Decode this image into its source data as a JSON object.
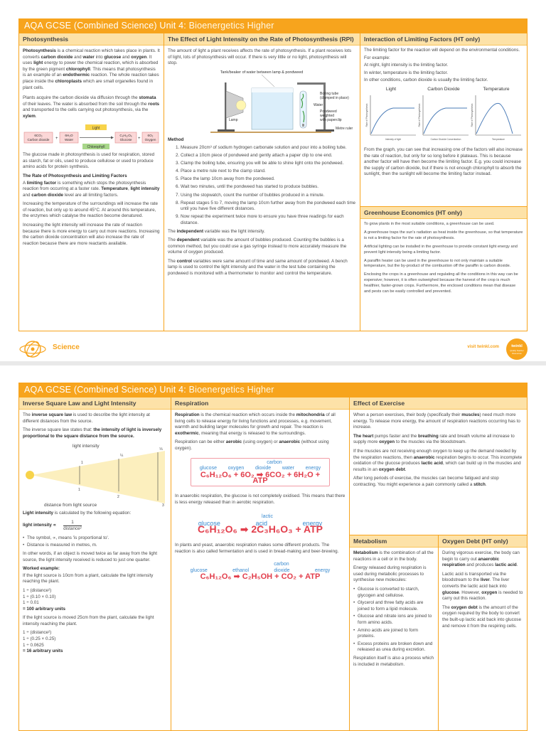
{
  "colors": {
    "accent": "#f7a41d",
    "header_bg": "#fde2a8",
    "equation": "#e23d4b",
    "equation_label": "#3a8bd0",
    "light": "#f7d34a"
  },
  "page1": {
    "title_a": "AQA GCSE (Combined Science) Unit 4:",
    "title_b": " Bioenergetics Higher",
    "photo": {
      "heading": "Photosynthesis",
      "p1": "Photosynthesis is a chemical reaction which takes place in plants. It converts carbon dioxide and water into glucose and oxygen. It uses light energy to power the chemical reaction, which is absorbed by the green pigment chlorophyll. This means that photosynthesis is an example of an endothermic reaction. The whole reaction takes place inside the chloroplasts which are small organelles found in plant cells.",
      "p2": "Plants acquire the carbon dioxide via diffusion through the stomata of their leaves. The water is absorbed from the soil through the roots and transported to the cells carrying out photosynthesis, via the xylem.",
      "eq_light": "Light",
      "eq_r1": "6CO₂\nCarbon dioxide",
      "eq_r2": "6H₂O\nWater",
      "eq_p1": "C₆H₁₂O₆\nGlucose",
      "eq_p2": "6O₂\nOxygen",
      "eq_chloro": "Chlorophyll",
      "p3": "The glucose made in photosynthesis is used for respiration, stored as starch, fat or oils, used to produce cellulose or used to produce amino acids for protein synthesis.",
      "sub": "The Rate of Photosynthesis and Limiting Factors",
      "p4": "A limiting factor is something which stops the photosynthesis reaction from occurring at a faster rate. Temperature, light intensity and carbon dioxide level are all limiting factors.",
      "p5": "Increasing the temperature of the surroundings will increase the rate of reaction, but only up to around 45°C. At around this temperature, the enzymes which catalyse the reaction become denatured.",
      "p6": "Increasing the light intensity will increase the rate of reaction because there is more energy to carry out more reactions. Increasing the carbon dioxide concentration will also increase the rate of reaction because there are more reactants available."
    },
    "rpi": {
      "heading": "The Effect of Light Intensity on the Rate of Photosynthesis (RPI)",
      "intro": "The amount of light a plant receives affects the rate of photosynthesis. If a plant receives lots of light, lots of photosynthesis will occur. If there is very little or no light, photosynthesis will stop.",
      "lab_tank": "Tank/beaker of water between lamp & pondweed",
      "lab_tube": "Boiling tube\n(clamped in place)",
      "lab_water": "Water",
      "lab_lamp": "Lamp",
      "lab_weed": "Pondweed\nweighted\nwith paperclip",
      "lab_ruler": "Metre ruler",
      "method": "Method",
      "steps": [
        "Measure 20cm³ of sodium hydrogen carbonate solution and pour into a boiling tube.",
        "Collect a 10cm piece of pondweed and gently attach a paper clip to one end.",
        "Clamp the boiling tube, ensuring you will be able to shine light onto the pondweed.",
        "Place a metre rule next to the clamp stand.",
        "Place the lamp 10cm away from the pondweed.",
        "Wait two minutes, until the pondweed has started to produce bubbles.",
        "Using the stopwatch, count the number of bubbles produced in a minute.",
        "Repeat stages 5 to 7, moving the lamp 10cm further away from the pondweed each time until you have five different distances.",
        "Now repeat the experiment twice more to ensure you have three readings for each distance."
      ],
      "indep": "The independent variable was the light intensity.",
      "dep": "The dependent variable was the amount of bubbles produced. Counting the bubbles is a common method, but you could use a gas syringe instead to more accurately measure the volume of oxygen produced.",
      "ctrl": "The control variables were same amount of time and same amount of pondweed. A bench lamp is used to control the light intensity and the water in the test tube containing the pondweed is monitored with a thermometer to monitor and control the temperature."
    },
    "lim": {
      "heading": "Interaction of Limiting Factors (HT only)",
      "p1": "The limiting factor for the reaction will depend on the environmental conditions.",
      "p2": "For example:",
      "p3": "At night, light intensity is the limiting factor.",
      "p4": "In winter, temperature is the limiting factor.",
      "p5": "In other conditions, carbon dioxide is usually the limiting factor.",
      "g1": "Light",
      "g2": "Carbon Dioxide",
      "g3": "Temperature",
      "gy": "Rate of Photosynthesis",
      "gx1": "Intensity of light",
      "gx2": "Carbon Dioxide Concentration",
      "gx3": "Temperature",
      "p6": "From the graph, you can see that increasing one of the factors will also increase the rate of reaction, but only for so long before it plateaus. This is because another factor will have then become the limiting factor. E.g. you could increase the supply of carbon dioxide, but if there is not enough chlorophyll to absorb the sunlight, then the sunlight will become the limiting factor instead."
    },
    "green": {
      "heading": "Greenhouse Economics (HT only)",
      "p1": "To grow plants in the most suitable conditions, a greenhouse can be used.",
      "p2": "A greenhouse traps the sun's radiation as heat inside the greenhouse, so that temperature is not a limiting factor for the rate of photosynthesis.",
      "p3": "Artificial lighting can be installed in the greenhouse to provide constant light energy and prevent light intensity being a limiting factor.",
      "p4": "A paraffin heater can be used in the greenhouse to not only maintain a suitable temperature, but the by-product of the combustion off the paraffin is carbon dioxide.",
      "p5": "Enclosing the crops in a greenhouse and regulating all the conditions in this way can be expensive; however, it is often outweighed because the harvest of the crop is much healthier, faster-grown crops. Furthermore, the enclosed conditions mean that disease and pests can be easily controlled and prevented."
    },
    "footer": {
      "science": "Science",
      "url": "visit twinkl.com",
      "logo": "twinkl",
      "tag": "Quality Teacher Resources"
    }
  },
  "page2": {
    "title_a": "AQA GCSE (Combined Science) Unit 4:",
    "title_b": " Bioenergetics Higher",
    "isl": {
      "heading": "Inverse Square Law and Light Intensity",
      "p1": "The inverse square law is used to describe the light intensity at different distances from the source.",
      "p2": "The inverse square law states that: the intensity of light is inversely proportional to the square distance from the source.",
      "lab_li": "light intensity",
      "lab_dist": "distance from light source",
      "f1": "1",
      "f4": "¼",
      "f9": "⅑",
      "d1": "1",
      "d2": "2",
      "d3": "3",
      "p3": "Light intensity is calculated by the following equation:",
      "formula_l": "light intensity ∝",
      "formula_n": "1",
      "formula_d": "distance²",
      "b1": "The symbol, ∝, means 'is proportional to'.",
      "b2": "Distance is measured in metres, m.",
      "p4": "In other words, if an object is moved twice as far away from the light source, the light intensity received is reduced to just one quarter.",
      "we": "Worked example:",
      "p5": "If the light source is 10cm from a plant, calculate the light intensity reaching the plant.",
      "c1": "1 ÷ (distance²)",
      "c2": "1 ÷ (0.10 × 0.10)",
      "c3": "1 ÷ 0.01",
      "c4": "= 100 arbitrary units",
      "p6": "If the light source is moved 25cm from the plant, calculate the light intensity reaching the plant.",
      "c5": "1 ÷ (distance²)",
      "c6": "1 ÷ (0.25 × 0.25)",
      "c7": "1 ÷ 0.0625",
      "c8": "= 16 arbitrary units"
    },
    "resp": {
      "heading": "Respiration",
      "p1": "Respiration is the chemical reaction which occurs inside the mitochondria of all living cells to release energy for living functions and processes, e.g. movement, warmth and building larger molecules for growth and repair. The reaction is exothermic, meaning that energy is released to the surroundings.",
      "p2": "Respiration can be either aerobic (using oxygen) or anaerobic (without using oxygen).",
      "e1_top": "carbon",
      "e1_lab": [
        "glucose",
        "oxygen",
        "dioxide",
        "water",
        "energy"
      ],
      "e1": "C₆H₁₂O₆ + 6O₂ ➡ 6CO₂ + 6H₂O + ATP",
      "p3": "In anaerobic respiration, the glucose is not completely oxidised. This means that there is less energy released than in aerobic respiration.",
      "e2_top": "lactic",
      "e2_lab": [
        "glucose",
        "acid",
        "energy"
      ],
      "e2": "C₆H₁₂O₆ ➡ 2C₃H₆O₃ + ATP",
      "p4": "In plants and yeast, anaerobic respiration makes some different products. The reaction is also called fermentation and is used in bread-making and beer-brewing.",
      "e3_top": "carbon",
      "e3_lab": [
        "glucose",
        "ethanol",
        "dioxide",
        "energy"
      ],
      "e3": "C₆H₁₂O₆ ➡ C₂H₅OH + CO₂ + ATP"
    },
    "ex": {
      "heading": "Effect of Exercise",
      "p1": "When a person exercises, their body (specifically their muscles) need much more energy. To release more energy, the amount of respiration reactions occurring has to increase.",
      "p2": "The heart pumps faster and the breathing rate and breath volume all increase to supply more oxygen to the muscles via the bloodstream.",
      "p3": "If the muscles are not receiving enough oxygen to keep up the demand needed by the respiration reactions, then anaerobic respiration begins to occur. This incomplete oxidation of the glucose produces lactic acid, which can build up in the muscles and results in an oxygen debt.",
      "p4": "After long periods of exercise, the muscles can become fatigued and stop contracting. You might experience a pain commonly called a stitch."
    },
    "met": {
      "heading": "Metabolism",
      "p1": "Metabolism is the combination of all the reactions in a cell or in the body.",
      "p2": "Energy released during respiration is used during metabolic processes to synthesise new molecules:",
      "b": [
        "Glucose is converted to starch, glycogen and cellulose.",
        "Glycerol and three fatty acids are joined to form a lipid molecule.",
        "Glucose and nitrate ions are joined to form amino acids.",
        "Amino acids are joined to form proteins.",
        "Excess proteins are broken down and released as urea during excretion."
      ],
      "p3": "Respiration itself is also a process which is included in metabolism."
    },
    "od": {
      "heading": "Oxygen Debt (HT only)",
      "p1": "During vigorous exercise, the body can begin to carry out anaerobic respiration and produces lactic acid.",
      "p2": "Lactic acid is transported via the bloodstream to the liver. The liver converts the lactic acid back into glucose. However, oxygen is needed to carry out this reaction.",
      "p3": "The oxygen debt is the amount of the oxygen required by the body to convert the built-up lactic acid back into glucose and remove it from the respiring cells."
    }
  }
}
